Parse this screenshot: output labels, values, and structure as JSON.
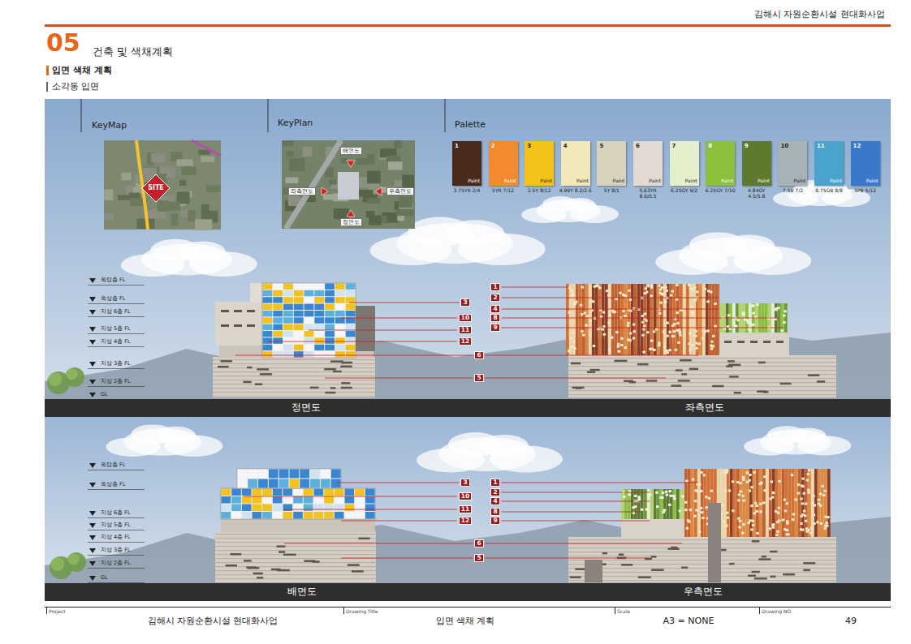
{
  "diagram": {
    "title": "건축 및 색채계획",
    "nodes": [
      {
        "text": [
          "SITE"
        ]
      },
      {
        "text": [
          "1"
        ]
      },
      {
        "text": [
          "2"
        ]
      },
      {
        "text": [
          "3"
        ]
      },
      {
        "text": [
          "4"
        ]
      },
      {
        "text": [
          "10"
        ]
      },
      {
        "text": [
          "8"
        ]
      },
      {
        "text": [
          "9"
        ]
      },
      {
        "text": [
          "11"
        ]
      },
      {
        "text": [
          "12"
        ]
      },
      {
        "text": [
          "6"
        ]
      },
      {
        "text": [
          "5"
        ]
      },
      {
        "text": [
          "3"
        ]
      },
      {
        "text": [
          "1"
        ]
      },
      {
        "text": [
          "2"
        ]
      },
      {
        "text": [
          "10"
        ]
      },
      {
        "text": [
          "4"
        ]
      },
      {
        "text": [
          "11"
        ]
      },
      {
        "text": [
          "8"
        ]
      },
      {
        "text": [
          "12"
        ]
      },
      {
        "text": [
          "9"
        ]
      },
      {
        "text": [
          "6"
        ]
      },
      {
        "text": [
          "5"
        ]
      }
    ],
    "labels": [
      "김해시 자원순환시설 현대화사업",
      "05",
      "입면 색채 계획",
      "소각동 입면",
      "KeyMap",
      "KeyPlan",
      "Palette",
      "배면도",
      "좌측면도",
      "우측면도",
      "정면도",
      "1",
      "2",
      "3",
      "4",
      "5",
      "6",
      "7",
      "8",
      "9",
      "10",
      "11",
      "12",
      "Paint",
      "Paint",
      "Paint",
      "Paint",
      "Paint",
      "Paint",
      "Paint",
      "Paint",
      "Paint",
      "Paint",
      "Paint",
      "Paint",
      "옥탑층 FL",
      "옥상층 FL",
      "지상 6층 FL",
      "지상 5층 FL",
      "지상 4층 FL",
      "지상 3층 FL",
      "지상 2층 FL",
      "GL",
      "옥탑층 FL",
      "옥상층 FL",
      "지상 6층 FL",
      "지상 5층 FL",
      "지상 4층 FL",
      "지상 3층 FL",
      "지상 2층 FL",
      "GL",
      "정면도",
      "좌측면도",
      "배면도",
      "우측면도",
      "Project",
      "김해시 자원순환시설 현대화사업",
      "Drawing Title",
      "입면 색채 계획",
      "Scale",
      "A3 = NONE",
      "Drawing NO.",
      "49"
    ],
    "legend": [
      {
        "text": "3.75YR 2/4",
        "color": "#4b2a1e"
      },
      {
        "text": "5YR 7/12",
        "color": "#f28a30"
      },
      {
        "text": "2.5Y 8/12",
        "color": "#f5c21a"
      },
      {
        "text": "4.99Y 8.2/2.6",
        "color": "#f3e9b8"
      },
      {
        "text": "5Y 8/1",
        "color": "#d9d2bd"
      },
      {
        "text": "5.63YR 8.6/0.5",
        "color": "#e3dbd3"
      },
      {
        "text": "6.25GY 9/2",
        "color": "#e4efcc"
      },
      {
        "text": "6.25GY 7/10",
        "color": "#8cbf3c"
      },
      {
        "text": "4.84GY 4.5/5.8",
        "color": "#5e7a2e"
      },
      {
        "text": "7.5B 7/2",
        "color": "#a7b2b6"
      },
      {
        "text": "8.75GB 8/8",
        "color": "#4aa3cc"
      },
      {
        "text": "5PB 5/12",
        "color": "#3a79c9"
      }
    ]
  }
}
